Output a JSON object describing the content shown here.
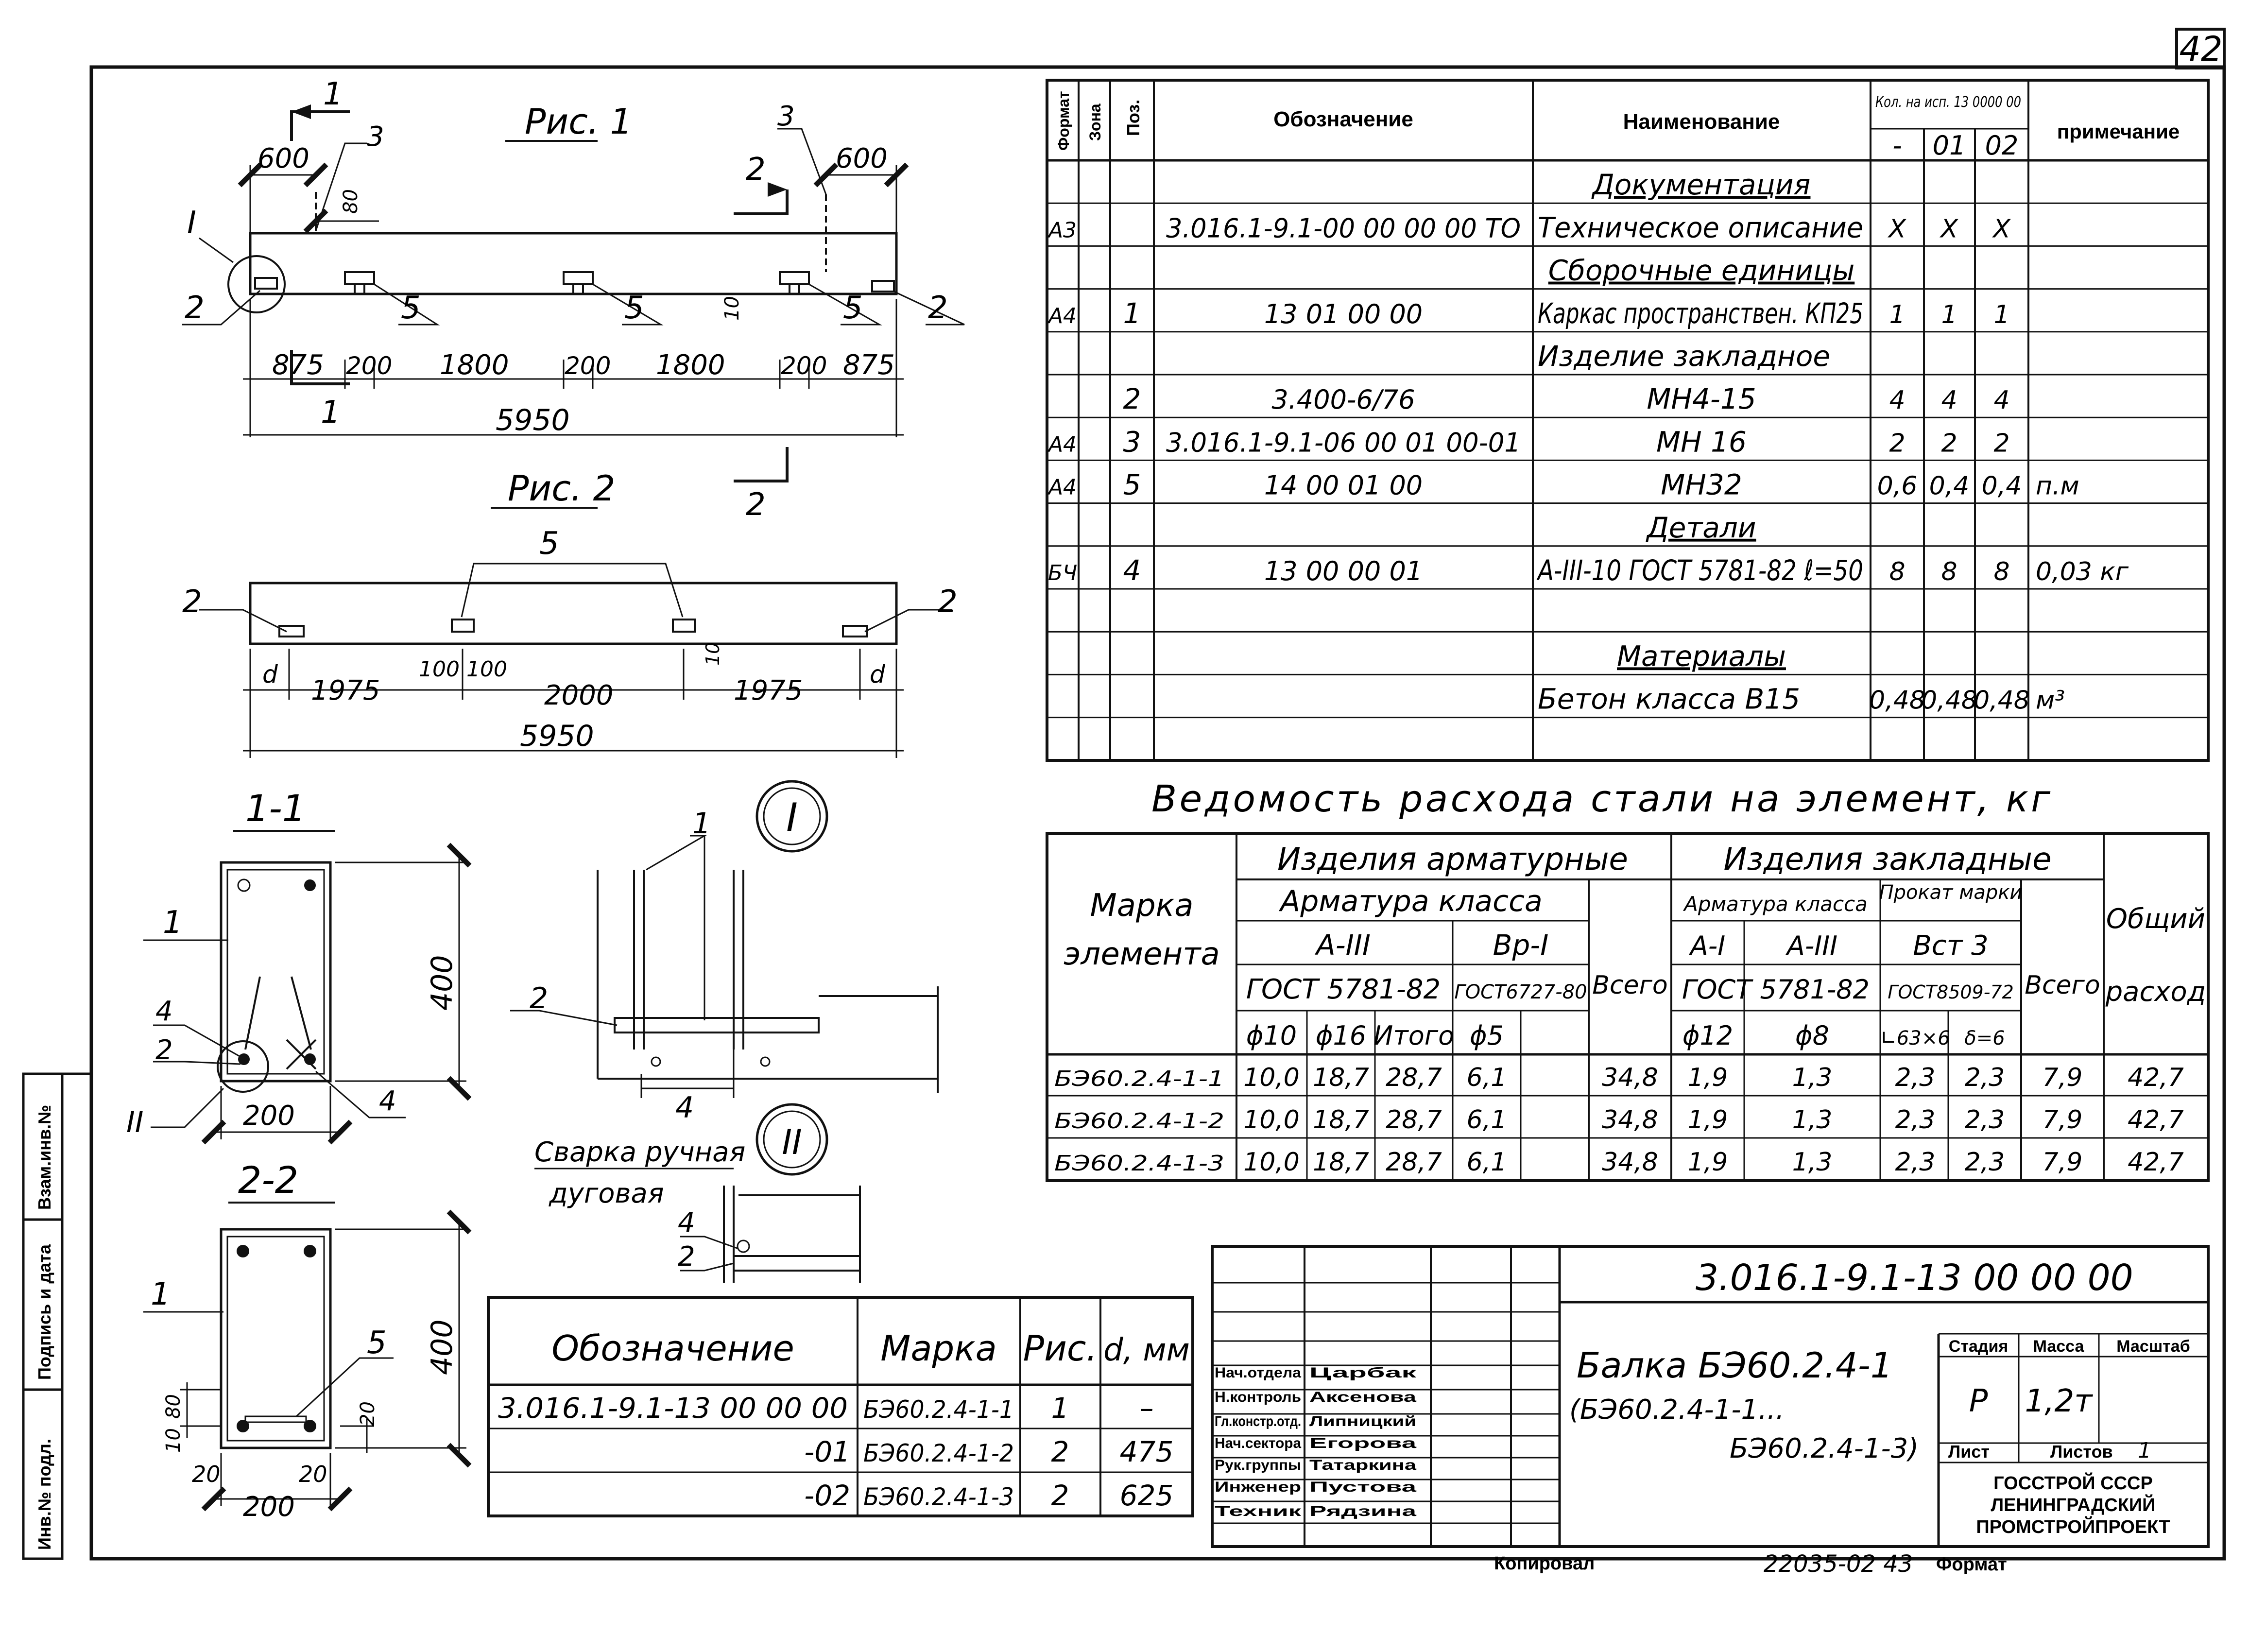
{
  "page_number": "42",
  "fig1": {
    "title": "Рис. 1",
    "section_1": "1",
    "section_2": "2",
    "callout_I": "I",
    "labels": [
      "2",
      "5",
      "5",
      "5",
      "2",
      "3",
      "3"
    ],
    "dim_600_left": "600",
    "dim_600_right": "600",
    "dim_80": "80",
    "dim_10": "10",
    "dims_bottom": [
      "875",
      "200",
      "1800",
      "200",
      "1800",
      "200",
      "875"
    ],
    "dim_total": "5950"
  },
  "fig2": {
    "title": "Рис. 2",
    "label_5": "5",
    "label_2_left": "2",
    "label_2_right": "2",
    "dim_d_left": "d",
    "dim_d_right": "d",
    "dim_100_a": "100",
    "dim_100_b": "100",
    "dim_10": "10",
    "dims_bottom": [
      "1975",
      "2000",
      "1975"
    ],
    "dim_total": "5950"
  },
  "section_1_1": {
    "title": "1-1",
    "labels": [
      "1",
      "4",
      "2",
      "II",
      "4"
    ],
    "dim_width": "200",
    "dim_height": "400"
  },
  "section_2_2": {
    "title": "2-2",
    "labels": [
      "1",
      "5"
    ],
    "dim_width": "200",
    "dim_height": "400",
    "dim_80": "80",
    "dim_10": "10",
    "dim_20_a": "20",
    "dim_20_b": "20",
    "dim_20_c": "20"
  },
  "detail_I": {
    "callout": "I",
    "labels": [
      "1",
      "2",
      "4"
    ]
  },
  "detail_II": {
    "callout": "II",
    "weld_note_1": "Сварка ручная",
    "weld_note_2": "дуговая",
    "labels": [
      "4",
      "2"
    ]
  },
  "spec_table": {
    "headers": {
      "format": "Формат",
      "zone": "Зона",
      "pos": "Поз.",
      "designation": "Обозначение",
      "name": "Наименование",
      "qty": "Кол. на исп. 13 0000 00",
      "qty_cols": [
        "-",
        "01",
        "02"
      ],
      "note": "примечание"
    },
    "rows": [
      {
        "format": "",
        "pos": "",
        "designation": "",
        "name": "Документация",
        "heading": true,
        "q": [
          "",
          "",
          ""
        ],
        "note": ""
      },
      {
        "format": "А3",
        "pos": "",
        "designation": "3.016.1-9.1-00 00 00 00 ТО",
        "name": "Техническое описание",
        "heading": false,
        "q": [
          "X",
          "X",
          "X"
        ],
        "note": ""
      },
      {
        "format": "",
        "pos": "",
        "designation": "",
        "name": "Сборочные единицы",
        "heading": true,
        "q": [
          "",
          "",
          ""
        ],
        "note": ""
      },
      {
        "format": "А4",
        "pos": "1",
        "designation": "13 01 00 00",
        "name": "Каркас пространствен. КП25",
        "heading": false,
        "q": [
          "1",
          "1",
          "1"
        ],
        "note": ""
      },
      {
        "format": "",
        "pos": "",
        "designation": "",
        "name": "Изделие закладное",
        "heading": false,
        "q": [
          "",
          "",
          ""
        ],
        "note": ""
      },
      {
        "format": "",
        "pos": "2",
        "designation": "3.400-6/76",
        "name": "МН4-15",
        "heading": false,
        "q": [
          "4",
          "4",
          "4"
        ],
        "note": ""
      },
      {
        "format": "А4",
        "pos": "3",
        "designation": "3.016.1-9.1-06 00 01 00-01",
        "name": "МН 16",
        "heading": false,
        "q": [
          "2",
          "2",
          "2"
        ],
        "note": ""
      },
      {
        "format": "А4",
        "pos": "5",
        "designation": "14 00 01 00",
        "name": "МН32",
        "heading": false,
        "q": [
          "0,6",
          "0,4",
          "0,4"
        ],
        "note": "п.м"
      },
      {
        "format": "",
        "pos": "",
        "designation": "",
        "name": "Детали",
        "heading": true,
        "q": [
          "",
          "",
          ""
        ],
        "note": ""
      },
      {
        "format": "БЧ",
        "pos": "4",
        "designation": "13 00 00 01",
        "name": "А-III-10 ГОСТ 5781-82 ℓ=50",
        "heading": false,
        "q": [
          "8",
          "8",
          "8"
        ],
        "note": "0,03 кг"
      },
      {
        "format": "",
        "pos": "",
        "designation": "",
        "name": "",
        "heading": false,
        "q": [
          "",
          "",
          ""
        ],
        "note": ""
      },
      {
        "format": "",
        "pos": "",
        "designation": "",
        "name": "Материалы",
        "heading": true,
        "q": [
          "",
          "",
          ""
        ],
        "note": ""
      },
      {
        "format": "",
        "pos": "",
        "designation": "",
        "name": "Бетон класса В15",
        "heading": false,
        "q": [
          "0,48",
          "0,48",
          "0,48"
        ],
        "note": "м³"
      },
      {
        "format": "",
        "pos": "",
        "designation": "",
        "name": "",
        "heading": false,
        "q": [
          "",
          "",
          ""
        ],
        "note": ""
      }
    ]
  },
  "steel_table": {
    "title": "Ведомость расхода стали на элемент, кг",
    "h_mark_1": "Марка",
    "h_mark_2": "элемента",
    "h_arm": "Изделия арматурные",
    "h_zak": "Изделия закладные",
    "h_arm_class": "Арматура класса",
    "h_aiii": "А-III",
    "h_bp": "Вр-I",
    "h_gost_5781": "ГОСТ 5781-82",
    "h_gost_6727": "ГОСТ6727-80",
    "h_vsego": "Всего",
    "h_zak_class": "Арматура класса",
    "h_prokat": "Прокат марки",
    "h_ai": "А-I",
    "h_aiii_2": "А-III",
    "h_vst3": "Вст 3",
    "h_gost_5781_2": "ГОСТ 5781-82",
    "h_gost_8509": "ГОСТ8509-72",
    "h_vsego_2": "Всего",
    "h_total_1": "Общий",
    "h_total_2": "расход",
    "sub": [
      "ϕ10",
      "ϕ16",
      "Итого",
      "ϕ5",
      "ϕ12",
      "ϕ8",
      "∟63×6",
      "δ=6"
    ],
    "rows": [
      [
        "БЭ60.2.4-1-1",
        "10,0",
        "18,7",
        "28,7",
        "6,1",
        "34,8",
        "1,9",
        "1,3",
        "2,3",
        "2,3",
        "7,9",
        "42,7"
      ],
      [
        "БЭ60.2.4-1-2",
        "10,0",
        "18,7",
        "28,7",
        "6,1",
        "34,8",
        "1,9",
        "1,3",
        "2,3",
        "2,3",
        "7,9",
        "42,7"
      ],
      [
        "БЭ60.2.4-1-3",
        "10,0",
        "18,7",
        "28,7",
        "6,1",
        "34,8",
        "1,9",
        "1,3",
        "2,3",
        "2,3",
        "7,9",
        "42,7"
      ]
    ]
  },
  "variant_table": {
    "headers": [
      "Обозначение",
      "Марка",
      "Рис.",
      "d, мм"
    ],
    "rows": [
      [
        "3.016.1-9.1-13 00 00 00",
        "БЭ60.2.4-1-1",
        "1",
        "–"
      ],
      [
        "-01",
        "БЭ60.2.4-1-2",
        "2",
        "475"
      ],
      [
        "-02",
        "БЭ60.2.4-1-3",
        "2",
        "625"
      ]
    ]
  },
  "title_block": {
    "code": "3.016.1-9.1-13 00 00 00",
    "title_1": "Балка БЭ60.2.4-1",
    "title_2": "(БЭ60.2.4-1-1...",
    "title_3": "БЭ60.2.4-1-3)",
    "stage_h": "Стадия",
    "mass_h": "Масса",
    "scale_h": "Масштаб",
    "stage": "Р",
    "mass": "1,2т",
    "sheet_h": "Лист",
    "sheets_h": "Листов",
    "sheets": "1",
    "org_1": "ГОССТРОЙ СССР",
    "org_2": "ЛЕНИНГРАДСКИЙ",
    "org_3": "ПРОМСТРОЙПРОЕКТ",
    "staff": [
      [
        "Нач.отдела",
        "Царбак"
      ],
      [
        "Н.контроль",
        "Аксенова"
      ],
      [
        "Гл.констр.отд.",
        "Липницкий"
      ],
      [
        "Нач.сектора",
        "Егорова"
      ],
      [
        "Рук.группы",
        "Татаркина"
      ],
      [
        "Инженер",
        "Пустова"
      ],
      [
        "Техник",
        "Рядзина"
      ]
    ]
  },
  "footer": {
    "copied": "Копировал",
    "doc_no": "22035-02 43",
    "format": "Формат"
  },
  "side_stamp": [
    "Взам.инв.№",
    "Подпись и дата",
    "Инв.№ подл."
  ]
}
